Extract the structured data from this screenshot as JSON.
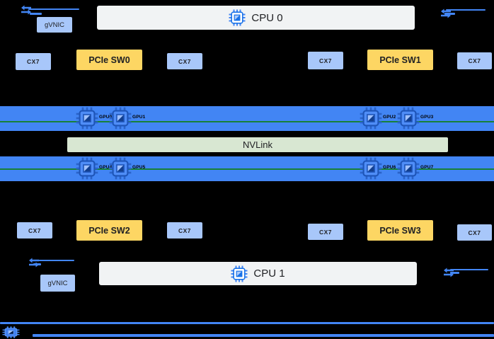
{
  "diagram": "server-gpu-topology",
  "colors": {
    "background": "#000000",
    "gpu_bar_blue": "#4285f4",
    "node_light_blue": "#a8c7fa",
    "switch_yellow": "#fdd663",
    "nvlink_green": "#d8e7d2",
    "cpu_box_gray": "#f1f3f4",
    "link_line_blue": "#4285f4",
    "gpu_rail_green": "#188038",
    "label_dark": "#202124"
  },
  "icons": {
    "cpu": "chip-icon",
    "gpu": "chip-icon",
    "network_link": "network-arrows-icon",
    "rail_nic": "nic-chip-icon"
  },
  "top": {
    "nic_label": "gVNIC",
    "cpu_label": "CPU 0",
    "row": [
      "CX7",
      "PCIe SW0",
      "CX7",
      "CX7",
      "PCIe SW1",
      "CX7"
    ]
  },
  "middle": {
    "nvlink_label": "NVLink",
    "bars": [
      {
        "gpus": [
          "GPU0",
          "GPU1",
          "GPU2",
          "GPU3"
        ]
      },
      {
        "gpus": [
          "GPU4",
          "GPU5",
          "GPU6",
          "GPU7"
        ]
      }
    ]
  },
  "bottom": {
    "row": [
      "CX7",
      "PCIe SW2",
      "CX7",
      "CX7",
      "PCIe SW3",
      "CX7"
    ],
    "cpu_label": "CPU 1",
    "nic_label": "gVNIC"
  }
}
